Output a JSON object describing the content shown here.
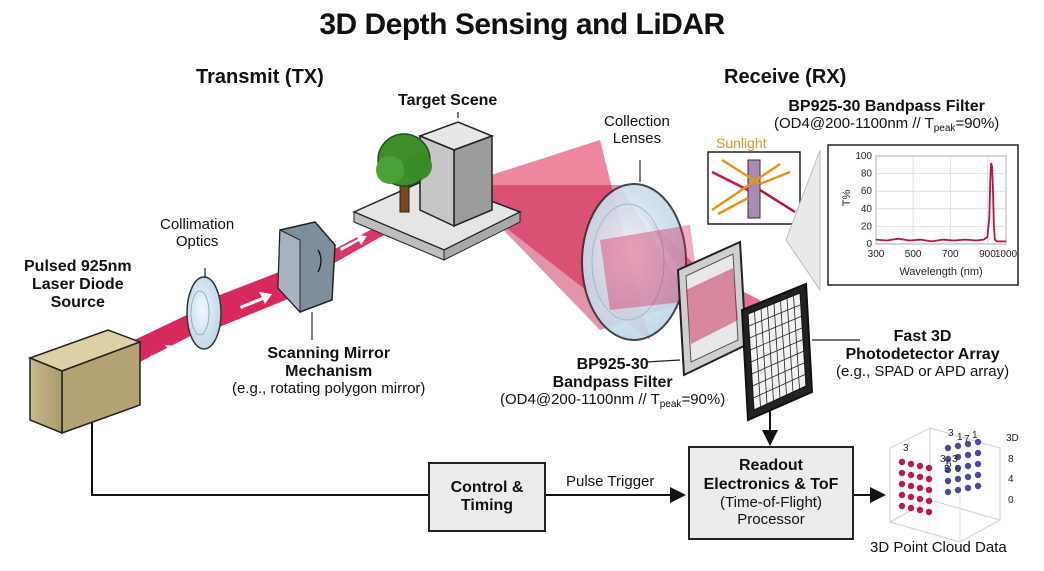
{
  "title": "3D Depth Sensing and LiDAR",
  "sections": {
    "transmit": "Transmit (TX)",
    "receive": "Receive (RX)"
  },
  "laser": {
    "line1": "Pulsed 925nm",
    "line2": "Laser Diode",
    "line3": "Source"
  },
  "collimation": {
    "line1": "Collimation",
    "line2": "Optics"
  },
  "scanning": {
    "line1": "Scanning Mirror",
    "line2": "Mechanism",
    "line3": "(e.g., rotating polygon mirror)"
  },
  "target": "Target Scene",
  "lenses": {
    "line1": "Collection",
    "line2": "Lenses"
  },
  "filter_top": {
    "name": "BP925-30 Bandpass Filter",
    "spec_pre": "(OD4@200-1100nm // T",
    "spec_sub": "peak",
    "spec_post": "=90%)"
  },
  "sunlight": "Sunlight",
  "filter_label": {
    "line1": "BP925-30",
    "line2": "Bandpass Filter",
    "spec_pre": "(OD4@200-1100nm // T",
    "spec_sub": "peak",
    "spec_post": "=90%)"
  },
  "detector": {
    "line1": "Fast 3D",
    "line2": "Photodetector Array",
    "line3": "(e.g., SPAD or APD array)"
  },
  "control": {
    "line1": "Control &",
    "line2": "Timing"
  },
  "pulse_trigger": "Pulse Trigger",
  "readout": {
    "line1": "Readout",
    "line2": "Electronics & ToF",
    "line3": "(Time-of-Flight)",
    "line4": "Processor"
  },
  "point_cloud": {
    "caption": "3D Point Cloud Data",
    "axis_title": "3D",
    "axis_ticks": [
      "8",
      "4",
      "0"
    ],
    "top_labels": [
      "3",
      "1",
      "7",
      "1"
    ],
    "side_label": "3",
    "mid_labels": [
      "3",
      "6",
      "3",
      "5",
      "6"
    ]
  },
  "chart_data": {
    "type": "line",
    "title": "",
    "xlabel": "Wavelength (nm)",
    "ylabel": "T%",
    "xlim": [
      300,
      1000
    ],
    "ylim": [
      0,
      100
    ],
    "x_ticks": [
      300,
      500,
      700,
      900,
      1000
    ],
    "x_tick_labels": [
      "300",
      "500",
      "700",
      "900",
      "1000"
    ],
    "y_ticks": [
      0,
      20,
      40,
      60,
      80,
      100
    ],
    "grid": true,
    "color": "#b0193a",
    "series": [
      {
        "x": [
          300,
          360,
          420,
          480,
          540,
          600,
          660,
          720,
          780,
          840,
          880,
          900,
          910,
          915,
          920,
          925,
          930,
          935,
          940,
          950,
          970,
          1000
        ],
        "y": [
          5,
          4,
          6,
          4,
          5,
          3,
          5,
          4,
          5,
          4,
          5,
          8,
          30,
          70,
          92,
          88,
          60,
          20,
          5,
          3,
          3,
          3
        ]
      }
    ]
  },
  "colors": {
    "beam": "#d3124a",
    "beam_light": "#e8557a",
    "filter_trace": "#b0193a",
    "sunlight": "#e69414",
    "tree": "#3e8f2b",
    "cloud_red": "#c0174a",
    "cloud_blue": "#4a4a9a"
  }
}
